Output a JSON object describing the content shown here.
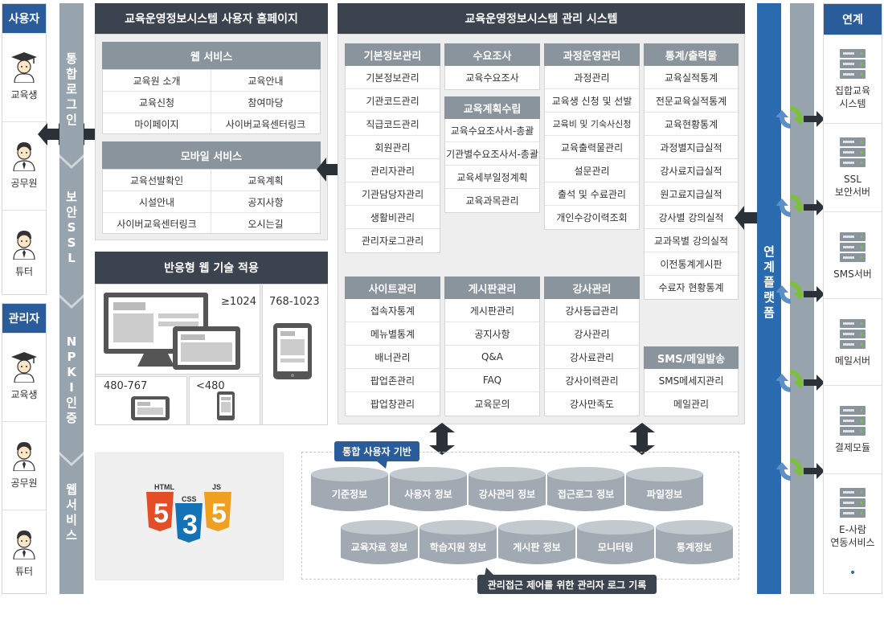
{
  "users_panel": {
    "title": "사용자",
    "people": [
      "교육생",
      "공무원",
      "튜터"
    ]
  },
  "admins_panel": {
    "title": "관리자",
    "people": [
      "교육생",
      "공무원",
      "튜터"
    ]
  },
  "security_strip": {
    "sections": [
      "통합로그인",
      "보안SSL",
      "NPKI인증",
      "웹서비스"
    ]
  },
  "user_homepage": {
    "title": "교육운영정보시스템 사용자 홈페이지",
    "web_service": {
      "title": "웹 서비스",
      "items": [
        "교육원 소개",
        "교육안내",
        "교육신청",
        "참여마당",
        "마이페이지",
        "사이버교육센터링크"
      ]
    },
    "mobile_service": {
      "title": "모바일 서비스",
      "items": [
        "교육선발확인",
        "교육계획",
        "시설안내",
        "공지사항",
        "사이버교육센터링크",
        "오시는길"
      ]
    }
  },
  "responsive": {
    "title": "반응형 웹 기술 적용",
    "labels": [
      "≥1024",
      "768-1023",
      "480-767",
      "<480"
    ]
  },
  "web_tech": [
    "HTML",
    "CSS",
    "JS"
  ],
  "admin_system": {
    "title": "교육운영정보시스템 관리 시스템",
    "columns_top": [
      {
        "title": "기본정보관리",
        "items": [
          "기본정보관리",
          "기관코드관리",
          "직급코드관리",
          "회원관리",
          "관리자관리",
          "기관담당자관리",
          "생활비관리",
          "관리자로그관리"
        ]
      },
      {
        "title": "수요조사",
        "items": [
          "교육수요조사"
        ]
      },
      {
        "title": "과정운영관리",
        "items": [
          "과정관리",
          "교육생 신청 및 선발",
          "교육비 및 기숙사신청",
          "교육출력물관리",
          "설문관리",
          "출석 및 수료관리",
          "개인수강이력조회"
        ]
      },
      {
        "title": "통계/출력물",
        "items": [
          "교육실적통계",
          "전문교육실적통계",
          "교육현황통계",
          "과정별지급실적",
          "강사료지급실적",
          "원고료지급실적",
          "강사별  강의실적",
          "교과목별 강의실적",
          "이전통계게시판",
          "수료자 현황통계"
        ]
      }
    ],
    "plan": {
      "title": "교육계획수립",
      "items": [
        "교육수요조사서-총괄",
        "기관별수요조사서-총괄",
        "교육세부일정계획",
        "교육과목관리"
      ]
    },
    "columns_bottom": [
      {
        "title": "사이트관리",
        "items": [
          "접속자통계",
          "메뉴별통계",
          "배너관리",
          "팝업존관리",
          "팝업창관리"
        ]
      },
      {
        "title": "게시판관리",
        "items": [
          "게시판관리",
          "공지사항",
          "Q&A",
          "FAQ",
          "교육문의"
        ]
      },
      {
        "title": "강사관리",
        "items": [
          "강사등급관리",
          "강사관리",
          "강사료관리",
          "강사이력관리",
          "강사만족도"
        ]
      }
    ],
    "sms": {
      "title": "SMS/메일발송",
      "items": [
        "SMS메세지관리",
        "메일관리"
      ]
    }
  },
  "database": {
    "callout": "통합 사용자 기반",
    "row1": [
      "기준정보",
      "사용자 정보",
      "강사관리 정보",
      "접근로그 정보",
      "파일정보"
    ],
    "row2": [
      "교육자료 정보",
      "학습지원 정보",
      "게시판 정보",
      "모니터링",
      "통계정보"
    ],
    "footer": "관리접근 제어를 위한 관리자 로그 기록"
  },
  "platform": {
    "title": "연계 플랫폼"
  },
  "integration": {
    "title": "연계",
    "services": [
      "집합교육\n시스템",
      "SSL\n보안서버",
      "SMS서버",
      "메일서버",
      "결제모듈",
      "E-사람\n연동서비스"
    ],
    "more": "•"
  },
  "colors": {
    "navy": "#2a5b9a",
    "dark": "#3a434e",
    "gray": "#8a949c",
    "strip": "#98a4ad",
    "platform": "#2a6bb0"
  }
}
